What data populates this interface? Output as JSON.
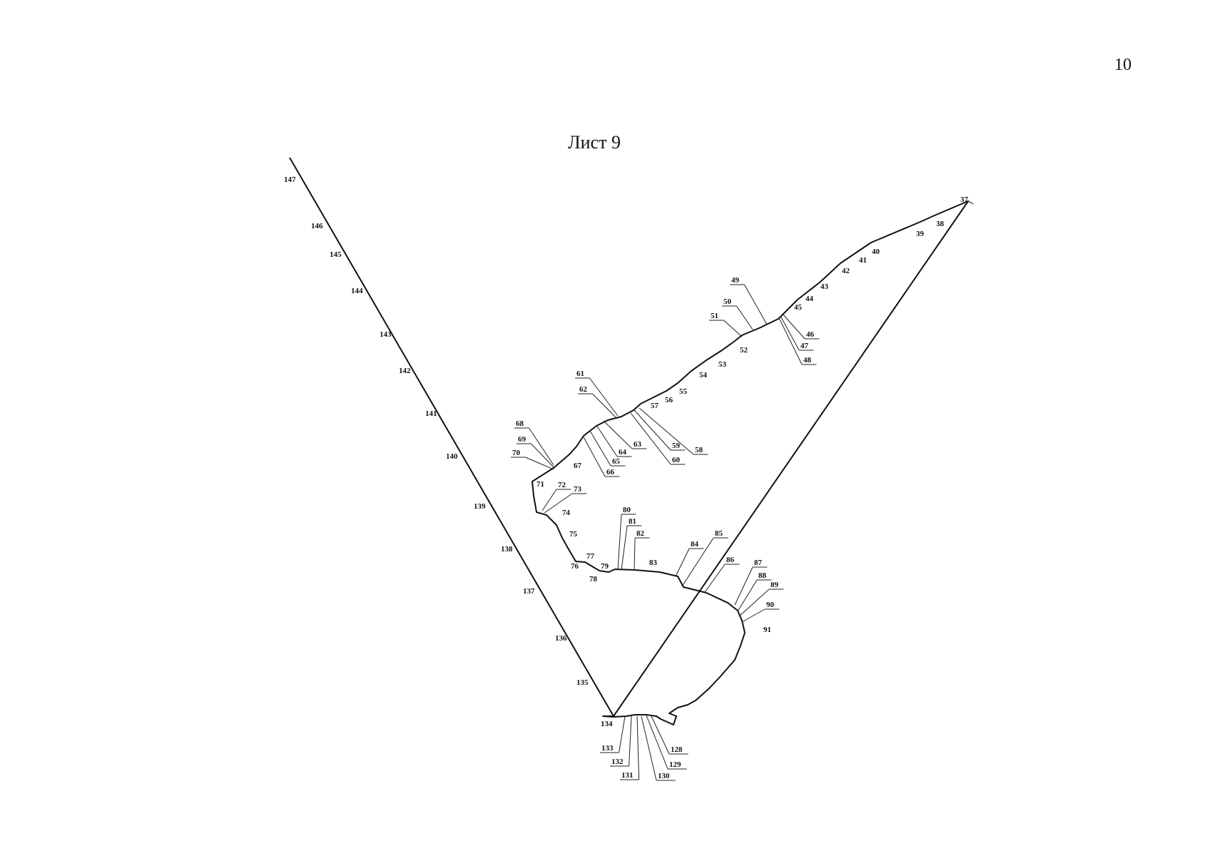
{
  "page": {
    "number": "10",
    "sheet_title": "Лист 9"
  },
  "points": [
    {
      "id": "37",
      "label": "37"
    },
    {
      "id": "38",
      "label": "38"
    },
    {
      "id": "39",
      "label": "39"
    },
    {
      "id": "40",
      "label": "40"
    },
    {
      "id": "41",
      "label": "41"
    },
    {
      "id": "42",
      "label": "42"
    },
    {
      "id": "43",
      "label": "43"
    },
    {
      "id": "44",
      "label": "44"
    },
    {
      "id": "45",
      "label": "45"
    },
    {
      "id": "46",
      "label": "46"
    },
    {
      "id": "47",
      "label": "47"
    },
    {
      "id": "48",
      "label": "48"
    },
    {
      "id": "49",
      "label": "49"
    },
    {
      "id": "50",
      "label": "50"
    },
    {
      "id": "51",
      "label": "51"
    },
    {
      "id": "52",
      "label": "52"
    },
    {
      "id": "53",
      "label": "53"
    },
    {
      "id": "54",
      "label": "54"
    },
    {
      "id": "55",
      "label": "55"
    },
    {
      "id": "56",
      "label": "56"
    },
    {
      "id": "57",
      "label": "57"
    },
    {
      "id": "58",
      "label": "58"
    },
    {
      "id": "59",
      "label": "59"
    },
    {
      "id": "60",
      "label": "60"
    },
    {
      "id": "61",
      "label": "61"
    },
    {
      "id": "62",
      "label": "62"
    },
    {
      "id": "63",
      "label": "63"
    },
    {
      "id": "64",
      "label": "64"
    },
    {
      "id": "65",
      "label": "65"
    },
    {
      "id": "66",
      "label": "66"
    },
    {
      "id": "67",
      "label": "67"
    },
    {
      "id": "68",
      "label": "68"
    },
    {
      "id": "69",
      "label": "69"
    },
    {
      "id": "70",
      "label": "70"
    },
    {
      "id": "71",
      "label": "71"
    },
    {
      "id": "72",
      "label": "72"
    },
    {
      "id": "73",
      "label": "73"
    },
    {
      "id": "74",
      "label": "74"
    },
    {
      "id": "75",
      "label": "75"
    },
    {
      "id": "76",
      "label": "76"
    },
    {
      "id": "77",
      "label": "77"
    },
    {
      "id": "78",
      "label": "78"
    },
    {
      "id": "79",
      "label": "79"
    },
    {
      "id": "80",
      "label": "80"
    },
    {
      "id": "81",
      "label": "81"
    },
    {
      "id": "82",
      "label": "82"
    },
    {
      "id": "83",
      "label": "83"
    },
    {
      "id": "84",
      "label": "84"
    },
    {
      "id": "85",
      "label": "85"
    },
    {
      "id": "86",
      "label": "86"
    },
    {
      "id": "87",
      "label": "87"
    },
    {
      "id": "88",
      "label": "88"
    },
    {
      "id": "89",
      "label": "89"
    },
    {
      "id": "90",
      "label": "90"
    },
    {
      "id": "91",
      "label": "91"
    },
    {
      "id": "128",
      "label": "128"
    },
    {
      "id": "129",
      "label": "129"
    },
    {
      "id": "130",
      "label": "130"
    },
    {
      "id": "131",
      "label": "131"
    },
    {
      "id": "132",
      "label": "132"
    },
    {
      "id": "133",
      "label": "133"
    },
    {
      "id": "134",
      "label": "134"
    },
    {
      "id": "135",
      "label": "135"
    },
    {
      "id": "136",
      "label": "136"
    },
    {
      "id": "137",
      "label": "137"
    },
    {
      "id": "138",
      "label": "138"
    },
    {
      "id": "139",
      "label": "139"
    },
    {
      "id": "140",
      "label": "140"
    },
    {
      "id": "141",
      "label": "141"
    },
    {
      "id": "142",
      "label": "142"
    },
    {
      "id": "143",
      "label": "143"
    },
    {
      "id": "144",
      "label": "144"
    },
    {
      "id": "145",
      "label": "145"
    },
    {
      "id": "146",
      "label": "146"
    },
    {
      "id": "147",
      "label": "147"
    }
  ]
}
